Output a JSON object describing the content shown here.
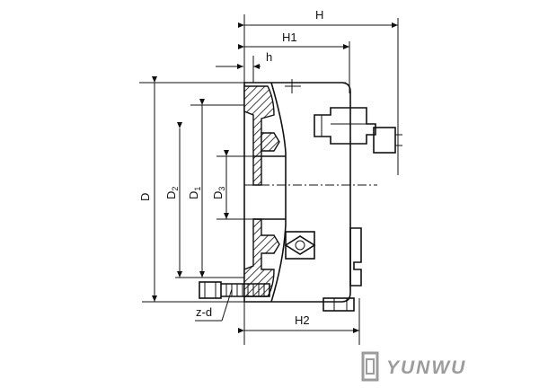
{
  "diagram": {
    "labels": {
      "H": "H",
      "H1": "H1",
      "h": "h",
      "D": "D",
      "D2_main": "D",
      "D2_sub": "2",
      "D1_main": "D",
      "D1_sub": "1",
      "D3_main": "D",
      "D3_sub": "3",
      "zd": "z-d",
      "H2": "H2"
    }
  },
  "brand": {
    "logo_text": "YUNWU",
    "color": "#9c9c9c"
  }
}
